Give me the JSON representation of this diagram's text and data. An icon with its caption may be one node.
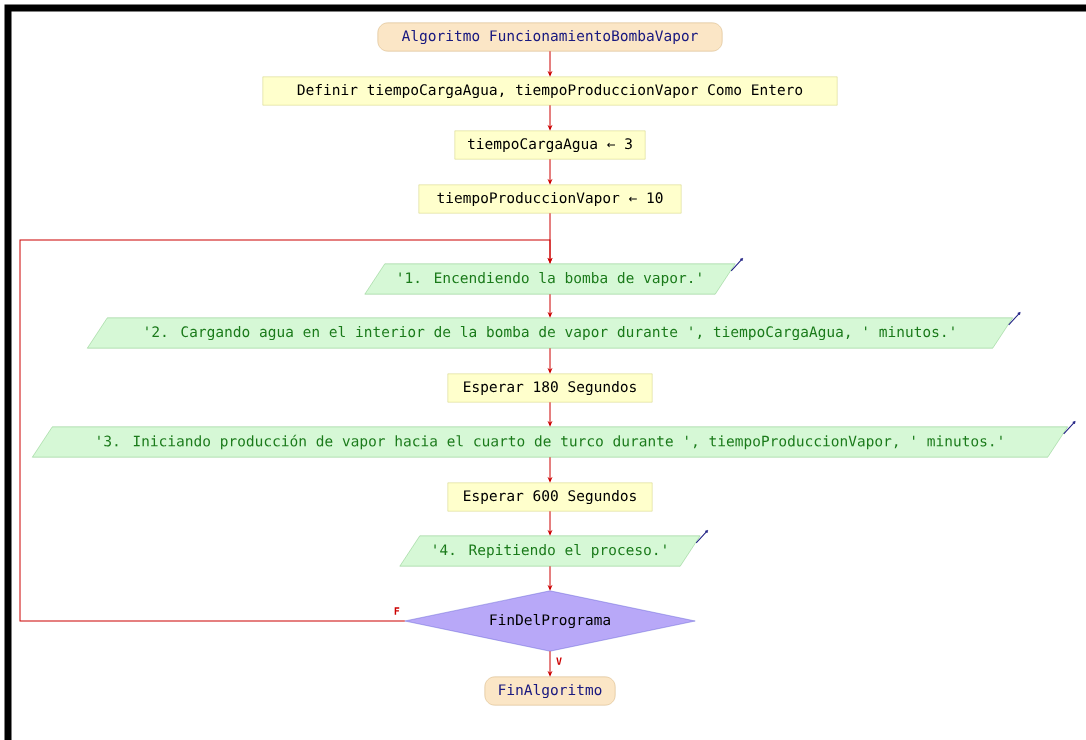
{
  "diagram": {
    "nodes": [
      {
        "text": [
          "Algoritmo FuncionamientoBombaVapor"
        ]
      },
      {
        "text": [
          "Definir tiempoCargaAgua, tiempoProduccionVapor Como Entero"
        ]
      },
      {
        "text": [
          "tiempoCargaAgua ← 3"
        ]
      },
      {
        "text": [
          "tiempoProduccionVapor ← 10"
        ]
      },
      {
        "text": [
          "'1. Encendiendo la bomba de vapor.'"
        ]
      },
      {
        "text": [
          "'2. Cargando agua en el interior de la bomba de vapor durante ', tiempoCargaAgua, ' minutos.'"
        ]
      },
      {
        "text": [
          "Esperar 180 Segundos"
        ]
      },
      {
        "text": [
          "'3. Iniciando producción de vapor hacia el cuarto de turco durante ', tiempoProduccionVapor, ' minutos.'"
        ]
      },
      {
        "text": [
          "Esperar 600 Segundos"
        ]
      },
      {
        "text": [
          "'4. Repitiendo el proceso.'"
        ]
      },
      {
        "text": [
          "FinDelPrograma"
        ]
      },
      {
        "text": [
          "FinAlgoritmo"
        ]
      }
    ],
    "edges": [
      {
        "from": 0,
        "to": 1,
        "arrow": "to"
      },
      {
        "from": 1,
        "to": 2,
        "arrow": "to"
      },
      {
        "from": 2,
        "to": 3,
        "arrow": "to"
      },
      {
        "from": 3,
        "to": 4,
        "arrow": "to"
      },
      {
        "from": 4,
        "to": 5,
        "arrow": "to"
      },
      {
        "from": 5,
        "to": 6,
        "arrow": "to"
      },
      {
        "from": 6,
        "to": 7,
        "arrow": "to"
      },
      {
        "from": 7,
        "to": 8,
        "arrow": "to"
      },
      {
        "from": 8,
        "to": 9,
        "arrow": "to"
      },
      {
        "from": 9,
        "to": 10,
        "arrow": "to"
      },
      {
        "from": 10,
        "to": 4,
        "arrow": "to",
        "label": "F"
      },
      {
        "from": 10,
        "to": 11,
        "arrow": "to",
        "label": "V"
      }
    ]
  }
}
